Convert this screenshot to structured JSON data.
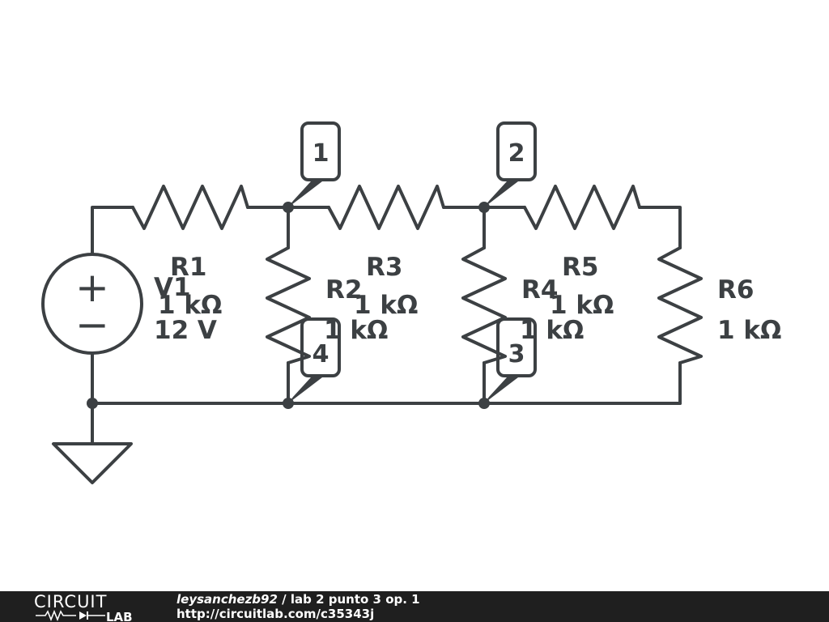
{
  "components": {
    "V1": {
      "name": "V1",
      "value": "12 V"
    },
    "R1": {
      "name": "R1",
      "value": "1 kΩ"
    },
    "R2": {
      "name": "R2",
      "value": "1 kΩ"
    },
    "R3": {
      "name": "R3",
      "value": "1 kΩ"
    },
    "R4": {
      "name": "R4",
      "value": "1 kΩ"
    },
    "R5": {
      "name": "R5",
      "value": "1 kΩ"
    },
    "R6": {
      "name": "R6",
      "value": "1 kΩ"
    }
  },
  "nodes": {
    "n1": "1",
    "n2": "2",
    "n3": "3",
    "n4": "4"
  },
  "source_symbols": {
    "plus": "+",
    "minus": "−"
  },
  "footer": {
    "logo_top": "CIRCUIT",
    "logo_bottom": "LAB",
    "author": "leysanchezb92",
    "separator": " / ",
    "title": "lab 2 punto 3 op. 1",
    "url": "http://circuitlab.com/c35343j"
  },
  "colors": {
    "ink": "#3c4043",
    "footer_bg": "#1f1f1f"
  }
}
